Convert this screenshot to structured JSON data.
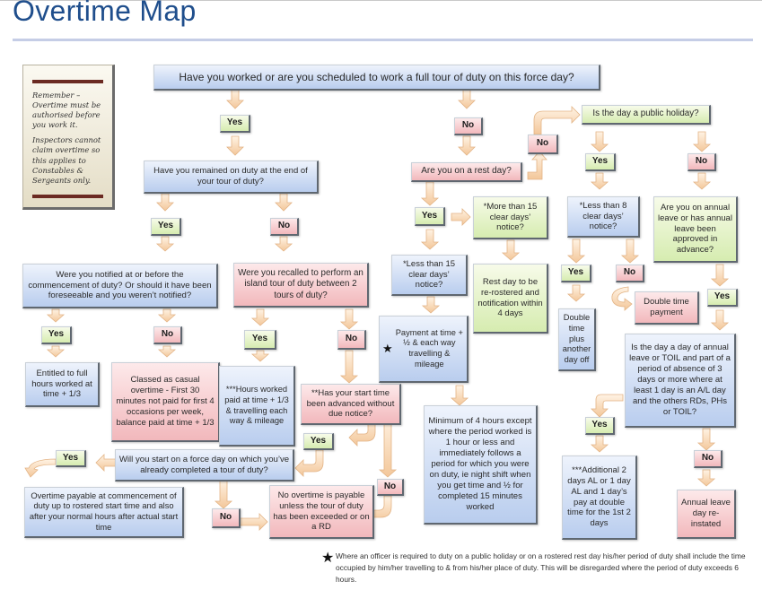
{
  "page": {
    "title": "Overtime Map"
  },
  "colors": {
    "title": "#1f4e8c",
    "blue_box": "#b9cdee",
    "red_box": "#f2b8bc",
    "green_box": "#d6ecb0",
    "note_box": "#e4ddc6",
    "arrow": "#f3c79a"
  },
  "note": {
    "para1": "Remember – Overtime must be authorised before you work it.",
    "para2": "Inspectors cannot claim overtime so this applies to Constables & Sergeants only."
  },
  "nodes": {
    "q_full_tour": "Have you worked or are you scheduled to work a full tour of duty on this force day?",
    "yes_full_tour": "Yes",
    "no_full_tour": "No",
    "q_remained": "Have you remained on duty at the end of your tour of duty?",
    "yes_remained": "Yes",
    "no_remained": "No",
    "q_notified": "Were you notified at or before the commencement of duty? Or should it have been foreseeable and you weren’t notified?",
    "yes_notified": "Yes",
    "no_notified": "No",
    "r_entitled": "Entitled to full hours worked at time + 1/3",
    "r_casual": "Classed as casual overtime - First 30 minutes not paid for first 4 occasions per week, balance paid at time + 1/3",
    "q_recalled": "Were you recalled to perform an island tour of duty between 2 tours of duty?",
    "yes_recalled": "Yes",
    "no_recalled": "No",
    "r_hours_worked": "***Hours worked paid at time + 1/3 & travelling each way & mileage",
    "q_start_advanced": "**Has your start time been advanced without due notice?",
    "yes_start_advanced": "Yes",
    "no_start_advanced": "No",
    "q_force_day": "Will you start on a force day on which you’ve already completed a tour of duty?",
    "yes_force_day": "Yes",
    "no_force_day": "No",
    "r_overtime_payable": "Overtime payable at commencement of duty up to rostered start time and also after your normal hours after actual start time",
    "r_no_overtime": "No overtime is payable unless the tour of duty has been exceeded or on a RD",
    "q_rest_day": "Are you on a rest day?",
    "yes_rest_day": "Yes",
    "no_rest_day": "No",
    "q_more_15": "*More than 15 clear days’ notice?",
    "r_rest_rerostered": "Rest day to be re-rostered and notification within 4 days",
    "q_less_15": "*Less than 15 clear days’ notice?",
    "r_payment_time_half": "Payment at time + ½ & each way travelling & mileage",
    "r_minimum_4h": "Minimum of 4 hours except where the period worked is 1 hour or less and immediately follows a period for which you were on duty, ie night shift when you get time and ½ for completed 15 minutes worked",
    "q_public_holiday": "Is the day a public holiday?",
    "yes_public_holiday": "Yes",
    "no_public_holiday": "No",
    "q_less_8": "*Less than 8 clear days’ notice?",
    "yes_less_8": "Yes",
    "no_less_8": "No",
    "r_double_plus_day": "Double time plus another day off",
    "r_double_time": "Double time payment",
    "q_annual_leave": "Are you on annual leave or has annual leave been approved in advance?",
    "yes_annual_leave": "Yes",
    "q_toil": "Is the day a day of annual leave or TOIL and part of a period of absence of 3 days or more where at least 1 day is an A/L day and the others RDs, PHs or TOIL?",
    "yes_toil": "Yes",
    "no_toil": "No",
    "r_additional_2_days": "***Additional 2 days AL or 1 day AL and 1 day’s pay at double time for the 1st 2 days",
    "r_annual_reinstated": "Annual leave day re-instated"
  },
  "footnote": {
    "marker": "★",
    "text": "Where an officer is required to duty on a public holiday or on a rostered rest day his/her period of duty shall include the time occupied by him/her travelling to & from his/her place of duty. This will be disregarded where the period of duty exceeds 6 hours."
  }
}
